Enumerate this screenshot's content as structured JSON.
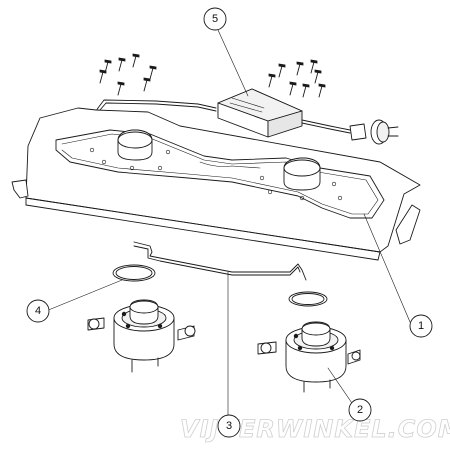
{
  "diagram": {
    "callouts": [
      {
        "id": "1",
        "label": "1"
      },
      {
        "id": "2",
        "label": "2"
      },
      {
        "id": "3",
        "label": "3"
      },
      {
        "id": "4",
        "label": "4"
      },
      {
        "id": "5",
        "label": "5"
      }
    ],
    "watermark": "VIJVERWINKEL.COM"
  }
}
